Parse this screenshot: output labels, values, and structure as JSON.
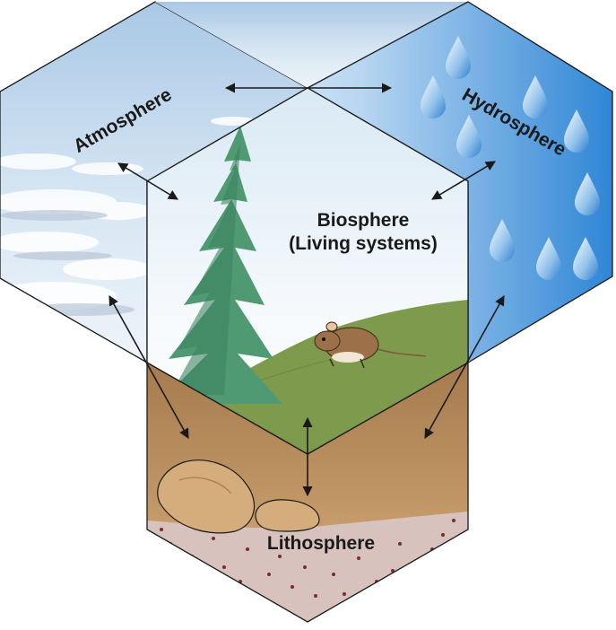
{
  "labels": {
    "atmosphere": "Atmosphere",
    "hydrosphere": "Hydrosphere",
    "biosphere_line1": "Biosphere",
    "biosphere_line2": "(Living systems)",
    "lithosphere": "Lithosphere"
  },
  "colors": {
    "outline": "#1a1a1a",
    "sky_light": "#e9f2f9",
    "sky_dark": "#6f9fcf",
    "water_light": "#f3f8fd",
    "water_dark": "#2f86d6",
    "soil": "#b98c5c",
    "soil_light": "#d2aa7a",
    "sediment": "#d8c5c0",
    "grass": "#7c9a4c",
    "tree": "#4f9a72",
    "rock": "#d8b384"
  }
}
